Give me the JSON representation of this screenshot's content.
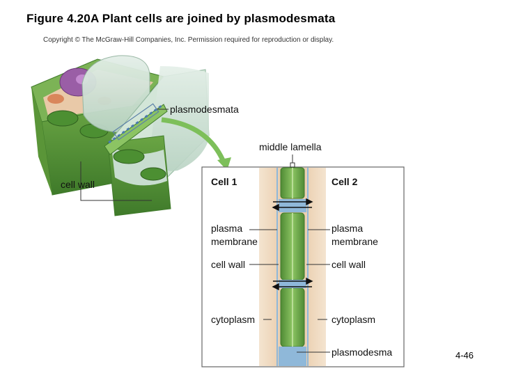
{
  "slide": {
    "title": "Figure 4.20A Plant cells are joined by plasmodesmata",
    "copyright": "Copyright © The McGraw-Hill Companies, Inc. Permission required for reproduction or display.",
    "slide_number": "4-46"
  },
  "diagram": {
    "overview_labels": {
      "plasmodesmata": "plasmodesmata",
      "cell_wall": "cell wall"
    },
    "detail_labels": {
      "middle_lamella": "middle lamella",
      "cell1": "Cell 1",
      "cell2": "Cell 2",
      "plasma_membrane_left": [
        "plasma",
        "membrane"
      ],
      "plasma_membrane_right": [
        "plasma",
        "membrane"
      ],
      "cell_wall_left": "cell wall",
      "cell_wall_right": "cell wall",
      "cytoplasm_left": "cytoplasm",
      "cytoplasm_right": "cytoplasm",
      "plasmodesma": "plasmodesma"
    },
    "colors": {
      "cell_wall_green": "#6fa84a",
      "cytoplasm_tan": "#e9cfb2",
      "channel_blue": "#8fb8d9",
      "arrow_green": "#7dbf5a",
      "vacuole": "#cfe1d6"
    }
  }
}
